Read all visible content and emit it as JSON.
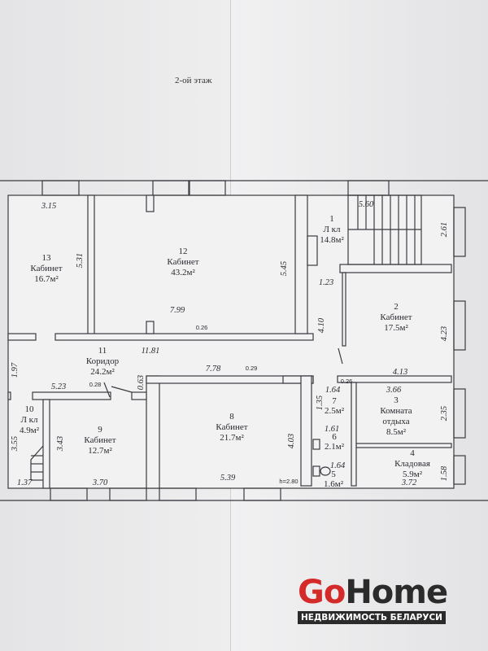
{
  "plan": {
    "title": "2-ой этаж",
    "ceiling_height": "h=2.80",
    "rooms": [
      {
        "num": "1",
        "name": "Л кл",
        "area": "14.8м²"
      },
      {
        "num": "2",
        "name": "Кабинет",
        "area": "17.5м²"
      },
      {
        "num": "3",
        "name": "Комната",
        "name2": "отдыха",
        "area": "8.5м²"
      },
      {
        "num": "4",
        "name": "Кладовая",
        "area": "5.9м²"
      },
      {
        "num": "5",
        "area": "1.6м²"
      },
      {
        "num": "6",
        "area": "2.1м²"
      },
      {
        "num": "7",
        "area": "2.5м²"
      },
      {
        "num": "8",
        "name": "Кабинет",
        "area": "21.7м²"
      },
      {
        "num": "9",
        "name": "Кабинет",
        "area": "12.7м²"
      },
      {
        "num": "10",
        "name": "Л кл",
        "area": "4.9м²"
      },
      {
        "num": "11",
        "name": "Коридор",
        "area": "24.2м²"
      },
      {
        "num": "12",
        "name": "Кабинет",
        "area": "43.2м²"
      },
      {
        "num": "13",
        "name": "Кабинет",
        "area": "16.7м²"
      }
    ],
    "dimensions": [
      "3.15",
      "5.31",
      "7.99",
      "0.26",
      "11.81",
      "5.45",
      "5.60",
      "2.61",
      "1.23",
      "4.10",
      "4.23",
      "4.13",
      "0.26",
      "3.66",
      "2.35",
      "1.58",
      "3.72",
      "1.64",
      "1.35",
      "1.61",
      "1.64",
      "4.03",
      "5.39",
      "7.78",
      "0.29",
      "0.63",
      "5.23",
      "0.28",
      "1.97",
      "3.55",
      "3.43",
      "1.37",
      "3.70"
    ]
  },
  "logo": {
    "brand_first": "Go",
    "brand_second": "Home",
    "tagline": "НЕДВИЖИМОСТЬ БЕЛАРУСИ"
  }
}
